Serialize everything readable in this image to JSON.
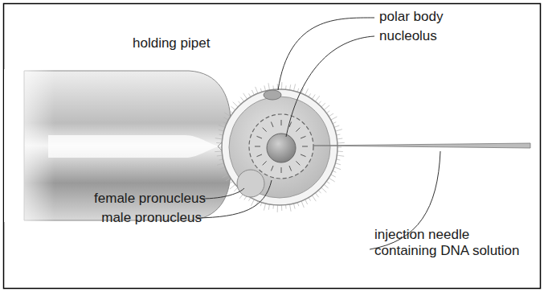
{
  "diagram": {
    "labels": [
      "holding pipet",
      "polar body",
      "nucleolus",
      "female pronucleus",
      "male pronucleus",
      "injection needle containing DNA solution"
    ]
  }
}
